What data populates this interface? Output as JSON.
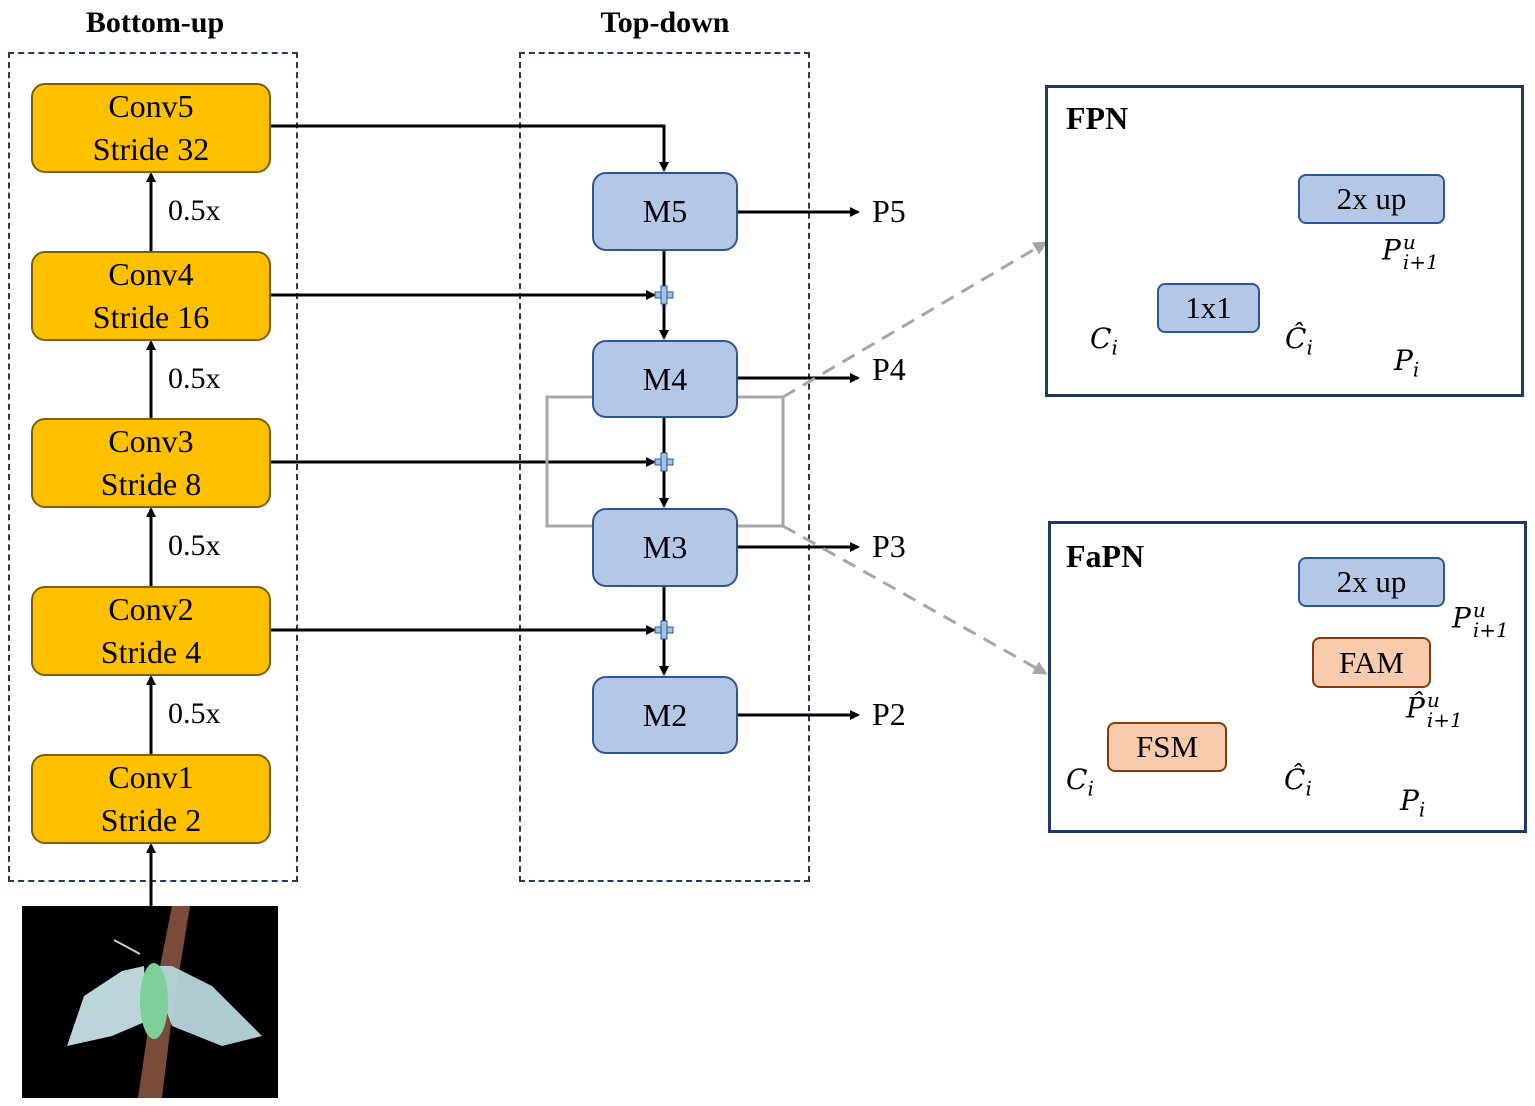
{
  "titles": {
    "bottom_up": "Bottom-up",
    "top_down": "Top-down"
  },
  "convs": [
    {
      "name": "Conv5",
      "stride": "Stride 32"
    },
    {
      "name": "Conv4",
      "stride": "Stride 16"
    },
    {
      "name": "Conv3",
      "stride": "Stride 8"
    },
    {
      "name": "Conv2",
      "stride": "Stride 4"
    },
    {
      "name": "Conv1",
      "stride": "Stride 2"
    }
  ],
  "scales": [
    "0.5x",
    "0.5x",
    "0.5x",
    "0.5x"
  ],
  "m_blocks": [
    "M5",
    "M4",
    "M3",
    "M2"
  ],
  "outputs": [
    "P5",
    "P4",
    "P3",
    "P2"
  ],
  "fpn": {
    "title": "FPN",
    "up": "2x up",
    "conv": "1x1",
    "c": "C",
    "c_sub": "i",
    "p": "P",
    "p_sub": "i",
    "pu": "P",
    "pu_sup": "u",
    "pu_sub": "i+1"
  },
  "fapn": {
    "title": "FaPN",
    "up": "2x up",
    "fam": "FAM",
    "fsm": "FSM",
    "c": "C",
    "c_sub": "i",
    "p": "P",
    "p_sub": "i",
    "pu": "P",
    "pu_sup": "u",
    "pu_sub": "i+1",
    "phat_sup": "u",
    "phat_sub": "i+1"
  },
  "colors": {
    "conv_fill": "#ffc000",
    "m_fill": "#b4c7e7",
    "fs_fill": "#f8cbad",
    "frame": "#1f3864"
  },
  "image": {
    "subject": "moth"
  }
}
